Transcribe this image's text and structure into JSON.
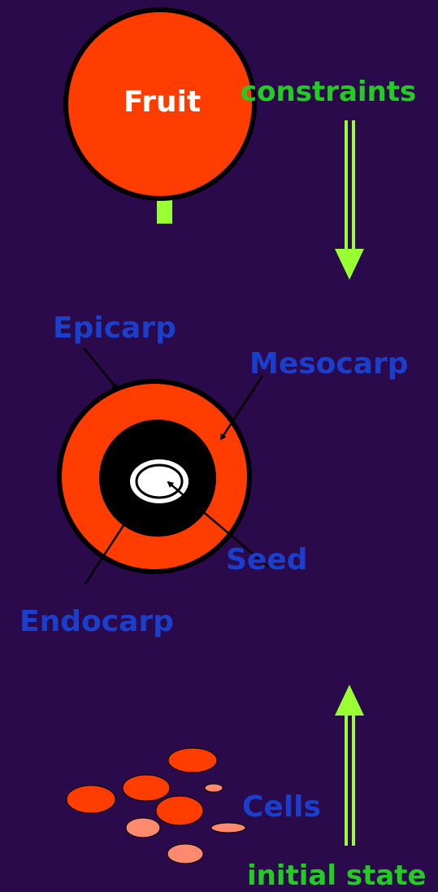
{
  "labels": {
    "fruit": "Fruit",
    "constraints": "constraints",
    "epicarp": "Epicarp",
    "mesocarp": "Mesocarp",
    "seed": "Seed",
    "endocarp": "Endocarp",
    "cells": "Cells",
    "initial_state": "initial state"
  },
  "colors": {
    "background": "#2a0a4a",
    "fruit_red": "#ff3d00",
    "light_red": "#ff8a6e",
    "arrow_green": "#99ff33",
    "label_blue": "#1a3fcc",
    "label_green": "#22cc22"
  }
}
